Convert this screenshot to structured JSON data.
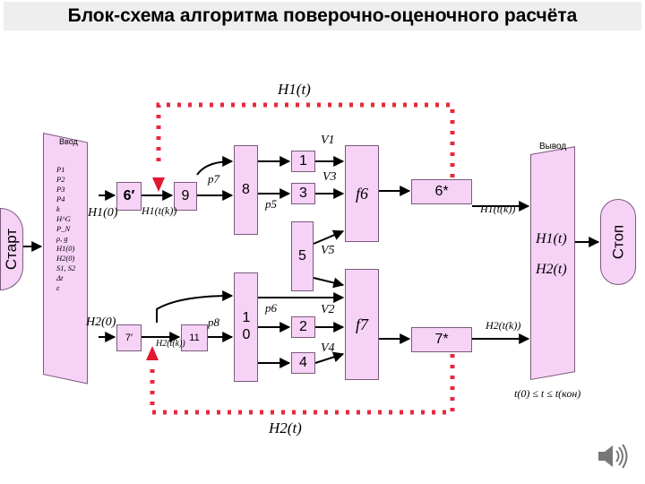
{
  "title": "Блок-схема алгоритма поверочно-оценочного расчёта",
  "start_label": "Старт",
  "stop_label": "Стоп",
  "input_block": {
    "header": "Ввод",
    "items": [
      "P1",
      "P2",
      "P3",
      "P4",
      "k",
      "H^G",
      "P_N",
      "ρ, g",
      "H1(0)",
      "H2(0)",
      "S1, S2",
      "Δt",
      "ε"
    ]
  },
  "output_block": {
    "header": "Вывод",
    "items": [
      "H1(t)",
      "H2(t)"
    ]
  },
  "blocks": {
    "b6p": "6′",
    "b9": "9",
    "b8": "8",
    "b1": "1",
    "b3": "3",
    "b5": "5",
    "f6": "f6",
    "b6s": "6*",
    "b7p": "7′",
    "b11": "11",
    "b10": "10",
    "b2": "2",
    "b4": "4",
    "f7": "f7",
    "b7s": "7*"
  },
  "labels": {
    "h1_top": "H1(t)",
    "h2_bottom": "H2(t)",
    "h1_0": "H1(0)",
    "h2_0": "H2(0)",
    "h1_tk": "H1(t(k))",
    "h2_tk": "H2(t(k))",
    "h1_tk1": "H1(t(k))",
    "h2_tk1": "H2(t(k))",
    "p7": "p7",
    "p5": "p5",
    "p6": "p6",
    "p8": "p8",
    "v1": "V1",
    "v3": "V3",
    "v5": "V5",
    "v2": "V2",
    "v4": "V4",
    "range": "t(0) ≤ t ≤ t(кон)"
  },
  "colors": {
    "block_fill": "#f7d2f7",
    "dotted_loop": "#e8283c",
    "arrowhead_red": "#e01830"
  }
}
